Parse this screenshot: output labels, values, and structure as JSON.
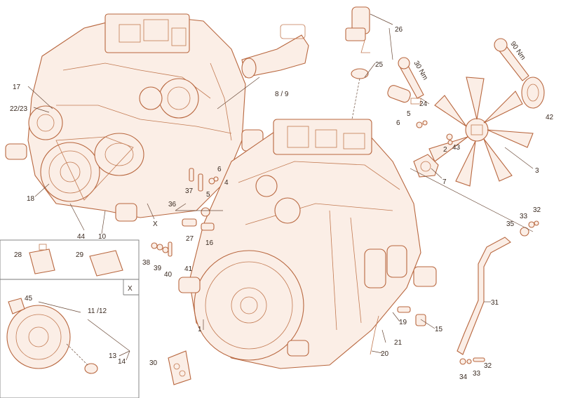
{
  "colors": {
    "line": "#b8673f",
    "fill": "#fbeee6",
    "text": "#3a2a20"
  },
  "callouts": {
    "c1": "1",
    "c2": "2",
    "c3": "3",
    "c4": "4",
    "c5": "5",
    "c5b": "5",
    "c6": "6",
    "c6b": "6",
    "c7": "7",
    "c8_9": "8 / 9",
    "c10": "10",
    "c11_12": "11 /12",
    "c13": "13",
    "c14": "14",
    "c15": "15",
    "c16": "16",
    "c17": "17",
    "c18": "18",
    "c19": "19",
    "c20": "20",
    "c21": "21",
    "c22_23": "22/23",
    "c24": "24",
    "c25": "25",
    "c26": "26",
    "c27": "27",
    "c28": "28",
    "c29": "29",
    "c30": "30",
    "c31": "31",
    "c32": "32",
    "c32b": "32",
    "c33": "33",
    "c33b": "33",
    "c34": "34",
    "c35": "35",
    "c36": "36",
    "c37": "37",
    "c38": "38",
    "c39": "39",
    "c40": "40",
    "c41": "41",
    "c42": "42",
    "c43": "43",
    "c44": "44",
    "c45": "45",
    "x1": "X",
    "x2": "X"
  },
  "torque": {
    "t30": "30 Nm",
    "t90": "90 Nm"
  }
}
